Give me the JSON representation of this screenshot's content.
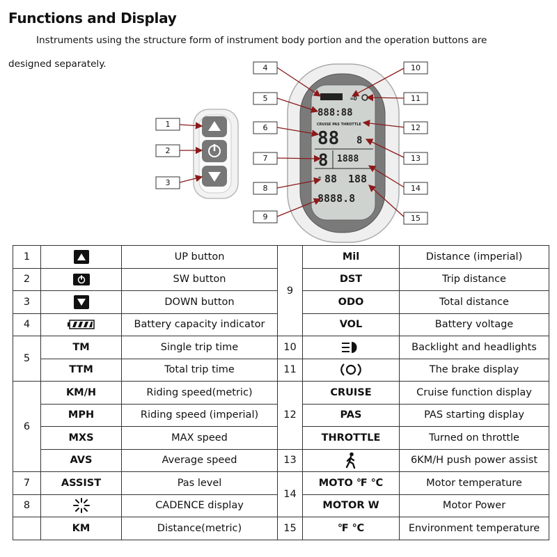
{
  "header": {
    "title": "Functions and Display",
    "intro_line1": "Instruments using the structure form of instrument body portion and the operation buttons are",
    "intro_line2": "designed separately."
  },
  "diagram": {
    "callouts": [
      "1",
      "2",
      "3",
      "4",
      "5",
      "6",
      "7",
      "8",
      "9",
      "10",
      "11",
      "12",
      "13",
      "14",
      "15"
    ],
    "lcd": {
      "status_text": "CRUISE PAS THROTTLE",
      "clock": "888:88",
      "speed": "88",
      "assist": "8",
      "power": "1888",
      "temp": "188",
      "cadence": "88",
      "odometer": "8888.8"
    }
  },
  "table": {
    "rows": [
      {
        "no": "1",
        "icon": "up-arrow-icon",
        "desc": "UP button",
        "no2": "9",
        "code2": "Mil",
        "desc2": "Distance (imperial)"
      },
      {
        "no": "2",
        "icon": "power-icon",
        "desc": "SW button",
        "code2": "DST",
        "desc2": "Trip distance"
      },
      {
        "no": "3",
        "icon": "down-arrow-icon",
        "desc": "DOWN button",
        "code2": "ODO",
        "desc2": "Total distance"
      },
      {
        "no": "4",
        "icon": "battery-icon",
        "desc": "Battery capacity indicator",
        "code2": "VOL",
        "desc2": "Battery voltage"
      },
      {
        "no": "5",
        "code": "TM",
        "desc": "Single trip time",
        "no2": "10",
        "icon2": "headlight-icon",
        "desc2": "Backlight and headlights"
      },
      {
        "code": "TTM",
        "desc": "Total trip time",
        "no2": "11",
        "icon2": "brake-icon",
        "desc2": "The brake display"
      },
      {
        "no": "6",
        "code": "KM/H",
        "desc": "Riding speed(metric)",
        "no2": "12",
        "code2": "CRUISE",
        "desc2": "Cruise function display"
      },
      {
        "code": "MPH",
        "desc": "Riding speed (imperial)",
        "code2": "PAS",
        "desc2": "PAS starting display"
      },
      {
        "code": "MXS",
        "desc": "MAX speed",
        "code2": "THROTTLE",
        "desc2": "Turned on throttle"
      },
      {
        "code": "AVS",
        "desc": "Average speed",
        "no2": "13",
        "icon2": "walk-icon",
        "desc2": "6KM/H push power assist"
      },
      {
        "no": "7",
        "code": "ASSIST",
        "desc": "Pas level",
        "no2": "14",
        "code2": "MOTO ℉ ℃",
        "desc2": "Motor temperature"
      },
      {
        "no": "8",
        "icon": "cadence-icon",
        "desc": "CADENCE display",
        "code2": "MOTOR W",
        "desc2": "Motor Power"
      },
      {
        "code": "KM",
        "desc": "Distance(metric)",
        "no2": "15",
        "code2": "℉ ℃",
        "desc2": "Environment temperature"
      }
    ]
  }
}
